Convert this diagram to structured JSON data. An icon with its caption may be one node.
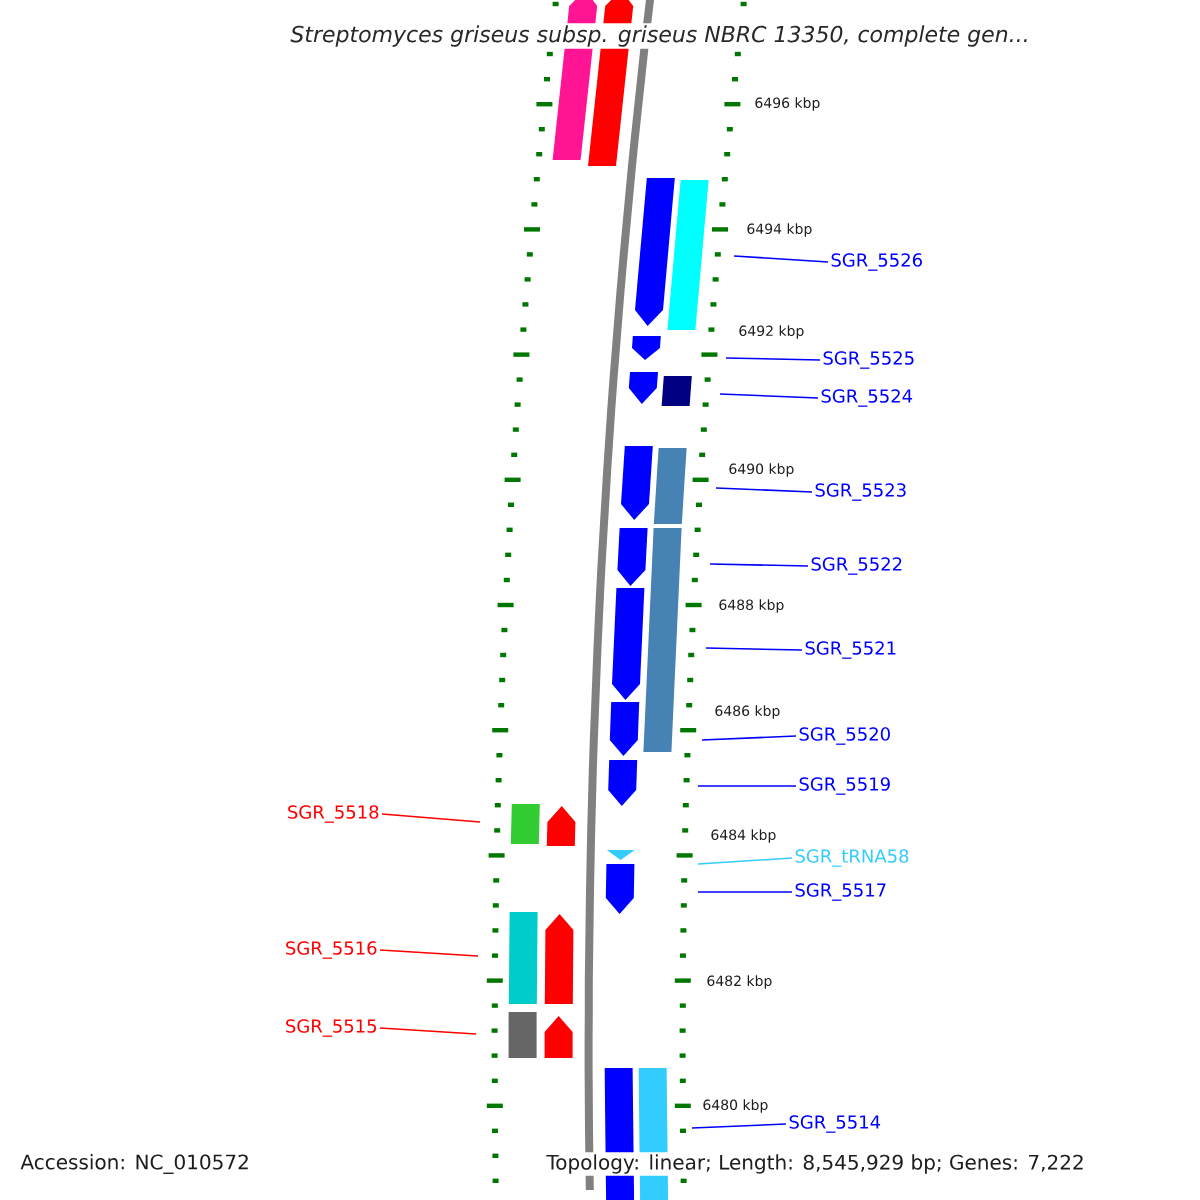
{
  "diagram": {
    "title": "Streptomyces griseus subsp. griseus NBRC 13350, complete gen...",
    "nodes": [
      {
        "text": [
          "SGR_5526"
        ]
      },
      {
        "text": [
          "SGR_5525"
        ]
      },
      {
        "text": [
          "SGR_5524"
        ]
      },
      {
        "text": [
          "SGR_5523"
        ]
      },
      {
        "text": [
          "SGR_5522"
        ]
      },
      {
        "text": [
          "SGR_5521"
        ]
      },
      {
        "text": [
          "SGR_5520"
        ]
      },
      {
        "text": [
          "SGR_5519"
        ]
      },
      {
        "text": [
          "SGR_5518"
        ]
      },
      {
        "text": [
          "SGR_tRNA58"
        ]
      },
      {
        "text": [
          "SGR_5517"
        ]
      },
      {
        "text": [
          "SGR_5516"
        ]
      },
      {
        "text": [
          "SGR_5515"
        ]
      },
      {
        "text": [
          "SGR_5514"
        ]
      }
    ],
    "edges": [
      {
        "from": 0,
        "to": null,
        "arrow": "none"
      },
      {
        "from": 1,
        "to": null,
        "arrow": "none"
      },
      {
        "from": 2,
        "to": null,
        "arrow": "none"
      },
      {
        "from": 3,
        "to": null,
        "arrow": "none"
      },
      {
        "from": 4,
        "to": null,
        "arrow": "none"
      },
      {
        "from": 5,
        "to": null,
        "arrow": "none"
      },
      {
        "from": 6,
        "to": null,
        "arrow": "none"
      },
      {
        "from": 7,
        "to": null,
        "arrow": "none"
      },
      {
        "from": 8,
        "to": null,
        "arrow": "none",
        "color": "#ff0000"
      },
      {
        "from": 9,
        "to": null,
        "arrow": "none",
        "color": "#33ccff"
      },
      {
        "from": 10,
        "to": null,
        "arrow": "none"
      },
      {
        "from": 11,
        "to": null,
        "arrow": "none",
        "color": "#ff0000"
      },
      {
        "from": 12,
        "to": null,
        "arrow": "none",
        "color": "#ff0000"
      },
      {
        "from": 13,
        "to": null,
        "arrow": "none"
      }
    ],
    "labels": [
      "6496 kbp",
      "6494 kbp",
      "6492 kbp",
      "6490 kbp",
      "6488 kbp",
      "6486 kbp",
      "6484 kbp",
      "6482 kbp",
      "6480 kbp",
      "Accession: NC_010572",
      "Topology: linear; Length: 8,545,929 bp; Genes: 7,222"
    ]
  }
}
